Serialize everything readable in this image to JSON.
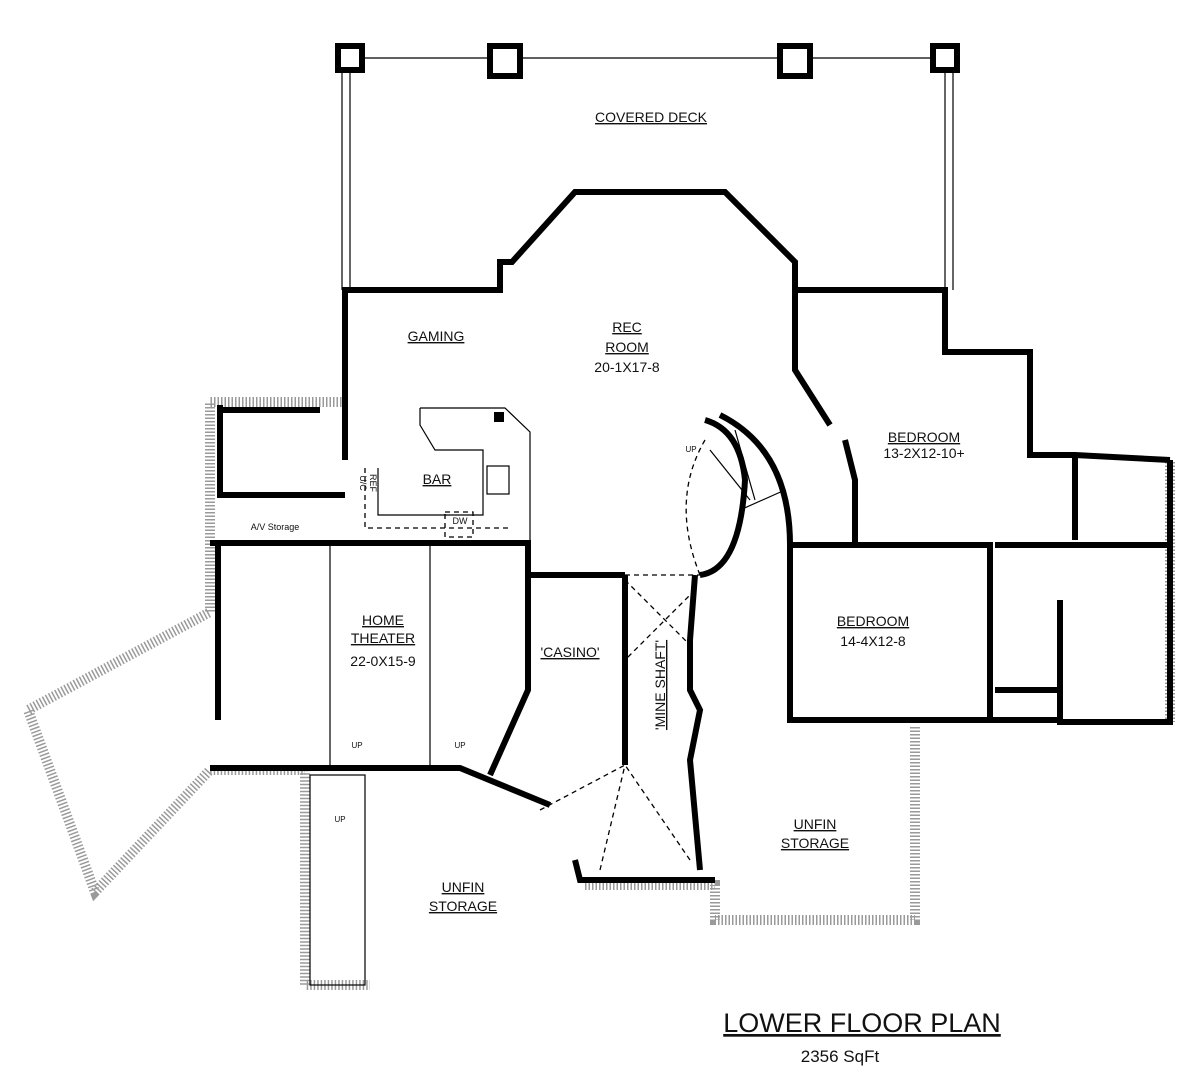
{
  "plan": {
    "title": "LOWER FLOOR PLAN",
    "area": "2356 SqFt",
    "rooms": {
      "covered_deck": "COVERED DECK",
      "gaming": "GAMING",
      "rec_room": {
        "line1": "REC",
        "line2": "ROOM",
        "size": "20-1X17-8"
      },
      "bedroom1": {
        "name": "BEDROOM",
        "size": "13-2X12-10+"
      },
      "bar": "BAR",
      "av_storage": "A/V Storage",
      "home_theater": {
        "line1": "HOME",
        "line2": "THEATER",
        "size": "22-0X15-9"
      },
      "casino": "'CASINO'",
      "mine_shaft": "'MINE SHAFT'",
      "bedroom2": {
        "name": "BEDROOM",
        "size": "14-4X12-8"
      },
      "unfin_storage_right": {
        "line1": "UNFIN",
        "line2": "STORAGE"
      },
      "unfin_storage_left": {
        "line1": "UNFIN",
        "line2": "STORAGE"
      }
    },
    "fixtures": {
      "uc": "U/C",
      "ref": "REF",
      "dw": "DW"
    },
    "stairs": {
      "up_spiral": "UP",
      "up_left": "UP",
      "up_theater1": "UP",
      "up_theater2": "UP"
    }
  }
}
